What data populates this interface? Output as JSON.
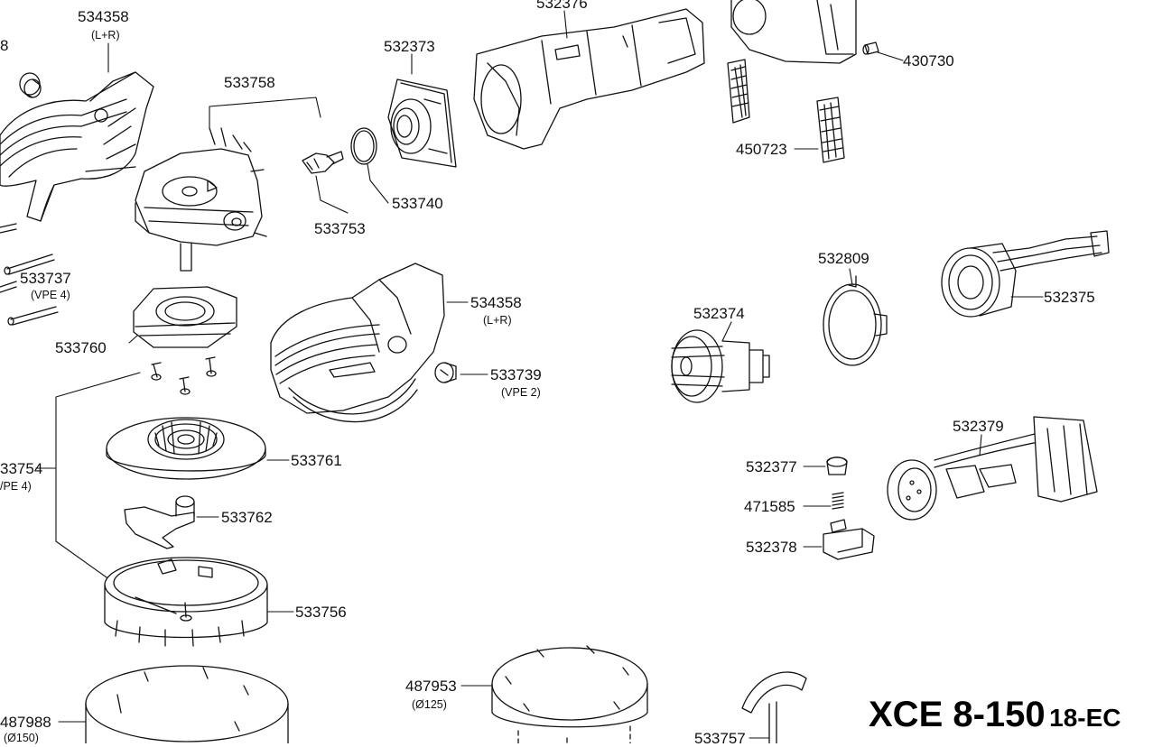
{
  "parts": [
    {
      "id": "p-8",
      "label": "8",
      "sub": ""
    },
    {
      "id": "p-534358-top",
      "label": "534358",
      "sub": "(L+R)"
    },
    {
      "id": "p-533758",
      "label": "533758",
      "sub": ""
    },
    {
      "id": "p-532373",
      "label": "532373",
      "sub": ""
    },
    {
      "id": "p-532376",
      "label": "532376",
      "sub": ""
    },
    {
      "id": "p-430730",
      "label": "430730",
      "sub": ""
    },
    {
      "id": "p-450723",
      "label": "450723",
      "sub": ""
    },
    {
      "id": "p-533740",
      "label": "533740",
      "sub": ""
    },
    {
      "id": "p-533753",
      "label": "533753",
      "sub": ""
    },
    {
      "id": "p-533737",
      "label": "533737",
      "sub": "(VPE 4)"
    },
    {
      "id": "p-533760",
      "label": "533760",
      "sub": ""
    },
    {
      "id": "p-534358-mid",
      "label": "534358",
      "sub": "(L+R)"
    },
    {
      "id": "p-533739",
      "label": "533739",
      "sub": "(VPE 2)"
    },
    {
      "id": "p-532809",
      "label": "532809",
      "sub": ""
    },
    {
      "id": "p-532374",
      "label": "532374",
      "sub": ""
    },
    {
      "id": "p-532375",
      "label": "532375",
      "sub": ""
    },
    {
      "id": "p-533754",
      "label": "33754",
      "sub": "/PE 4)"
    },
    {
      "id": "p-533761",
      "label": "533761",
      "sub": ""
    },
    {
      "id": "p-532379",
      "label": "532379",
      "sub": ""
    },
    {
      "id": "p-532377",
      "label": "532377",
      "sub": ""
    },
    {
      "id": "p-471585",
      "label": "471585",
      "sub": ""
    },
    {
      "id": "p-533762",
      "label": "533762",
      "sub": ""
    },
    {
      "id": "p-532378",
      "label": "532378",
      "sub": ""
    },
    {
      "id": "p-533756",
      "label": "533756",
      "sub": ""
    },
    {
      "id": "p-487953",
      "label": "487953",
      "sub": "(Ø125)"
    },
    {
      "id": "p-487988",
      "label": "487988",
      "sub": "(Ø150)"
    },
    {
      "id": "p-533757",
      "label": "533757",
      "sub": ""
    }
  ],
  "model": {
    "name": "XCE 8-150",
    "variant": "18-EC"
  }
}
